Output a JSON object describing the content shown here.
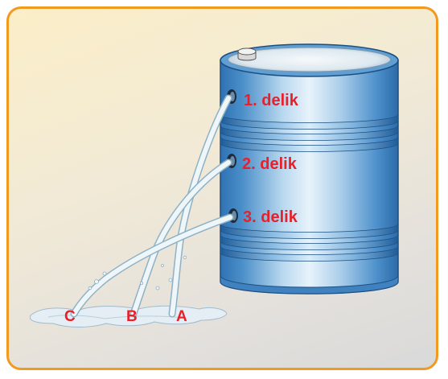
{
  "holes": [
    {
      "label": "1. delik"
    },
    {
      "label": "2. delik"
    },
    {
      "label": "3. delik"
    }
  ],
  "landing_points": [
    {
      "label": "A"
    },
    {
      "label": "B"
    },
    {
      "label": "C"
    }
  ],
  "colors": {
    "frame_border": "#f29a1f",
    "label_red": "#e8202a",
    "barrel_blue": "#4a8ec9",
    "water": "#dcebf3"
  }
}
